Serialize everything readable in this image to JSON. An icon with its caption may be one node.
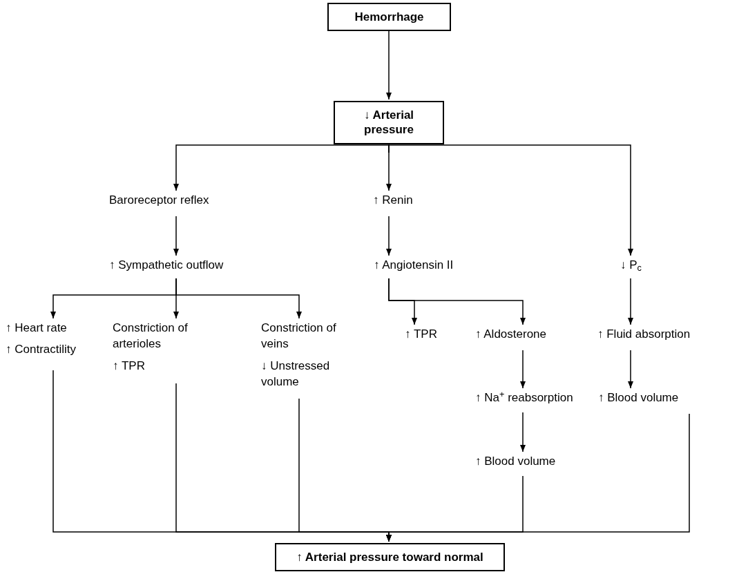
{
  "diagram": {
    "nodes": [
      {
        "text": [
          "Hemorrhage"
        ]
      },
      {
        "text": [
          "↓ Arterial pressure"
        ]
      },
      {
        "text": [
          "Baroreceptor reflex"
        ]
      },
      {
        "text": [
          "↑ Renin"
        ]
      },
      {
        "text": [
          "↑ Sympathetic outflow"
        ]
      },
      {
        "text": [
          "↑ Angiotensin II"
        ]
      },
      {
        "text": [
          "↓ P$_{c}$"
        ]
      },
      {
        "text": [
          "↑ Heart rate",
          "↑ Contractility"
        ]
      },
      {
        "text": [
          "Constriction of arterioles",
          "↑ TPR"
        ]
      },
      {
        "text": [
          "Constriction of veins",
          "↓ Unstressed volume"
        ]
      },
      {
        "text": [
          "↑ TPR"
        ]
      },
      {
        "text": [
          "↑ Aldosterone"
        ]
      },
      {
        "text": [
          "↑ Fluid absorption"
        ]
      },
      {
        "text": [
          "↑ Na$^{+}$ reabsorption"
        ]
      },
      {
        "text": [
          "↑ Blood volume"
        ]
      },
      {
        "text": [
          "↑ Blood volume"
        ]
      },
      {
        "text": [
          "↑ Arterial pressure toward normal"
        ]
      }
    ],
    "edges": [
      {
        "from": 0,
        "to": 1,
        "arrow": "to"
      },
      {
        "from": 1,
        "to": 2,
        "arrow": "to"
      },
      {
        "from": 1,
        "to": 3,
        "arrow": "to"
      },
      {
        "from": 1,
        "to": 6,
        "arrow": "to"
      },
      {
        "from": 2,
        "to": 4,
        "arrow": "to"
      },
      {
        "from": 3,
        "to": 5,
        "arrow": "to"
      },
      {
        "from": 6,
        "to": 12,
        "arrow": "to"
      },
      {
        "from": 4,
        "to": 7,
        "arrow": "to"
      },
      {
        "from": 4,
        "to": 8,
        "arrow": "to"
      },
      {
        "from": 4,
        "to": 9,
        "arrow": "to"
      },
      {
        "from": 5,
        "to": 10,
        "arrow": "to"
      },
      {
        "from": 5,
        "to": 11,
        "arrow": "to"
      },
      {
        "from": 11,
        "to": 13,
        "arrow": "to"
      },
      {
        "from": 13,
        "to": 15,
        "arrow": "to"
      },
      {
        "from": 12,
        "to": 14,
        "arrow": "to"
      },
      {
        "from": 7,
        "to": 16,
        "arrow": "to"
      },
      {
        "from": 8,
        "to": 16,
        "arrow": "to"
      },
      {
        "from": 9,
        "to": 16,
        "arrow": "to"
      },
      {
        "from": 15,
        "to": 16,
        "arrow": "to"
      },
      {
        "from": 14,
        "to": 16,
        "arrow": "to"
      }
    ]
  }
}
